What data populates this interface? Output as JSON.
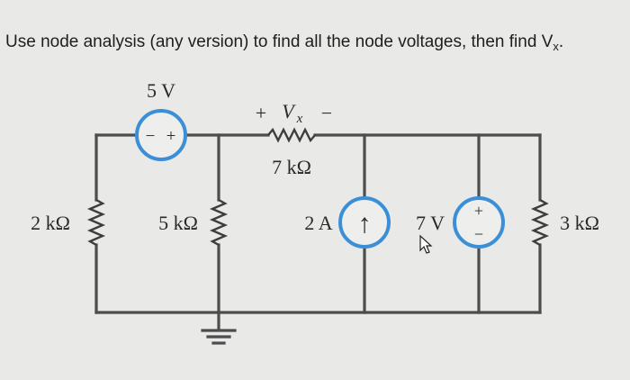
{
  "question": {
    "text": "Use node analysis (any version) to find all the node voltages, then find V",
    "subscript": "x",
    "end": "."
  },
  "circuit": {
    "vsource_top": {
      "value": "5 V",
      "minus": "−",
      "plus": "+"
    },
    "vx_label": {
      "plus": "+",
      "var": "V",
      "sub": "x",
      "minus": "−"
    },
    "r_top": "7 kΩ",
    "r_left": "2 kΩ",
    "r_mid": "5 kΩ",
    "current_source": {
      "value": "2 A",
      "arrow": "↑"
    },
    "vsource_right": {
      "value": "7 V",
      "plus": "+",
      "minus": "−"
    },
    "r_right": "3 kΩ"
  },
  "colors": {
    "wire": "#4d4d4d",
    "source_outline": "#3a8fd6",
    "background": "#e9e9e8"
  }
}
